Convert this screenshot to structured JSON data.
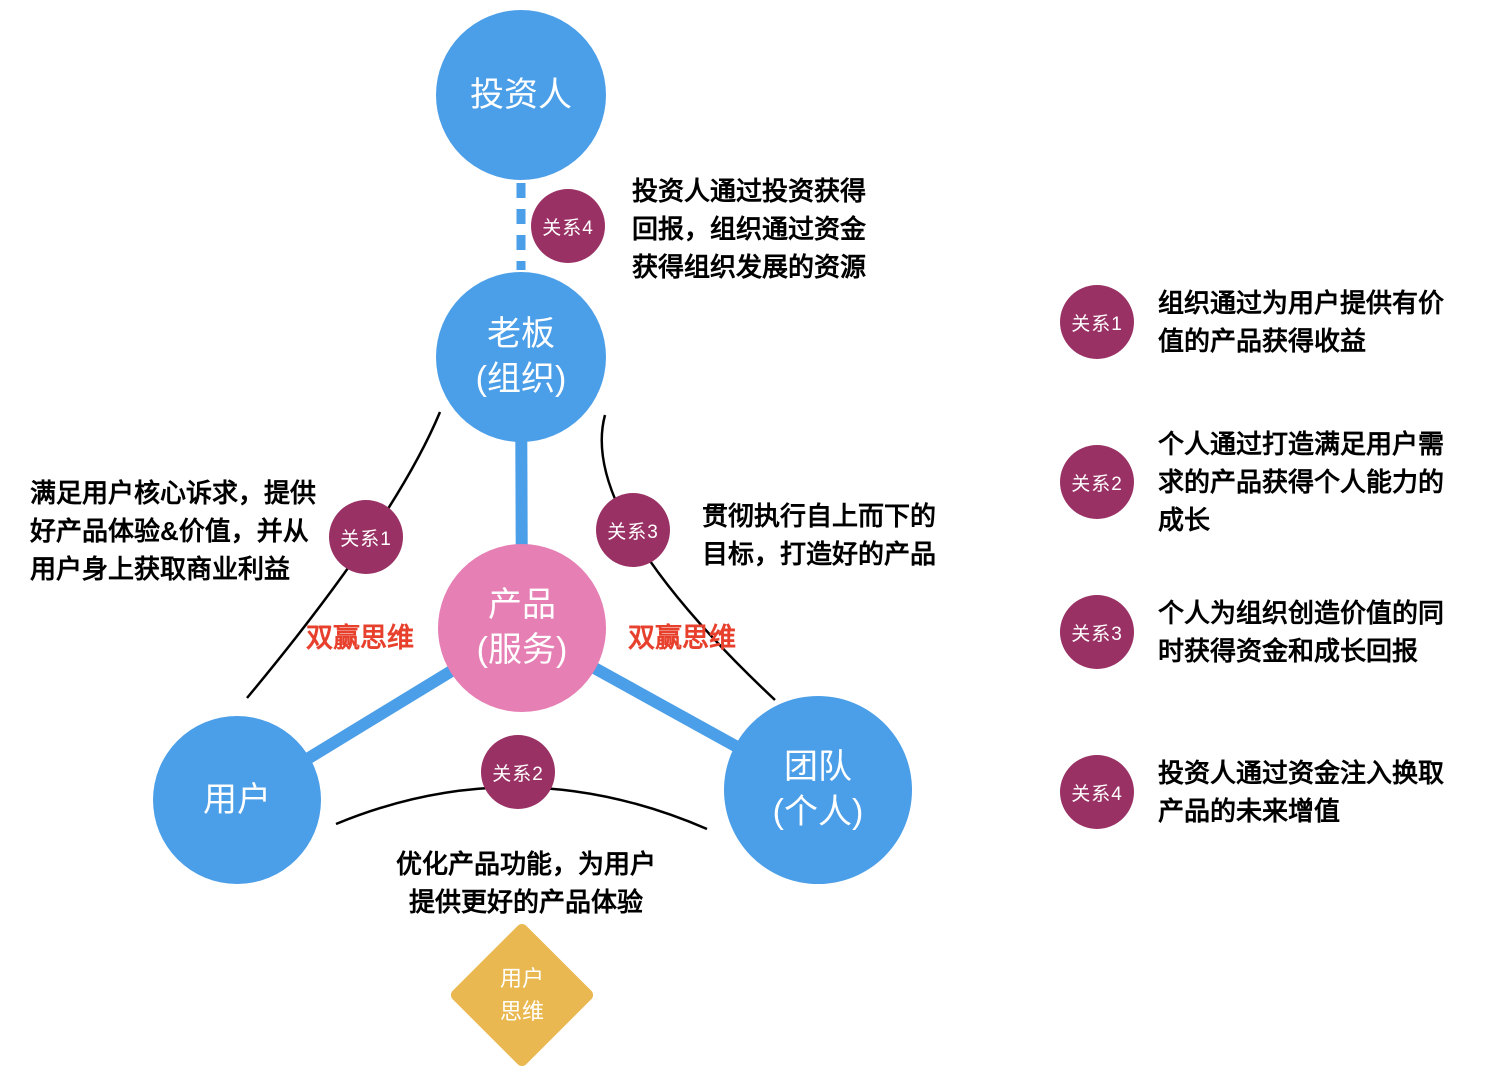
{
  "diagram": {
    "nodes": {
      "investor": {
        "label": "投资人"
      },
      "boss": {
        "lines": [
          "老板",
          "(组织)"
        ]
      },
      "product": {
        "lines": [
          "产品",
          "(服务)"
        ]
      },
      "user": {
        "label": "用户"
      },
      "team": {
        "lines": [
          "团队",
          "(个人)"
        ]
      },
      "user_mindset": {
        "lines": [
          "用户",
          "思维"
        ]
      }
    },
    "badges": {
      "relation1": "关系1",
      "relation2": "关系2",
      "relation3": "关系3",
      "relation4": "关系4"
    },
    "annotations": {
      "investor_boss": {
        "lines": [
          "投资人通过投资获得",
          "回报，组织通过资金",
          "获得组织发展的资源"
        ]
      },
      "user_product": {
        "lines": [
          "满足用户核心诉求，提供",
          "好产品体验&价值，并从",
          "用户身上获取商业利益"
        ]
      },
      "boss_team": {
        "lines": [
          "贯彻执行自上而下的",
          "目标，打造好的产品"
        ]
      },
      "user_team": {
        "lines": [
          "优化产品功能，为用户",
          "提供更好的产品体验"
        ]
      },
      "win_win_left": "双赢思维",
      "win_win_right": "双赢思维"
    },
    "legend": [
      {
        "badge": "关系1",
        "text": "组织通过为用户提供有价值的产品获得收益"
      },
      {
        "badge": "关系2",
        "text": "个人通过打造满足用户需求的产品获得个人能力的成长"
      },
      {
        "badge": "关系3",
        "text": "个人为组织创造价值的同时获得资金和成长回报"
      },
      {
        "badge": "关系4",
        "text": "投资人通过资金注入换取产品的未来增值"
      }
    ],
    "colors": {
      "node_blue": "#4B9EE8",
      "node_pink": "#E67FB4",
      "badge_magenta": "#9A3164",
      "diamond_yellow": "#EAB850",
      "red_text": "#E7402D",
      "connector_blue": "#4B9EE8",
      "curve_black": "#000000"
    }
  }
}
